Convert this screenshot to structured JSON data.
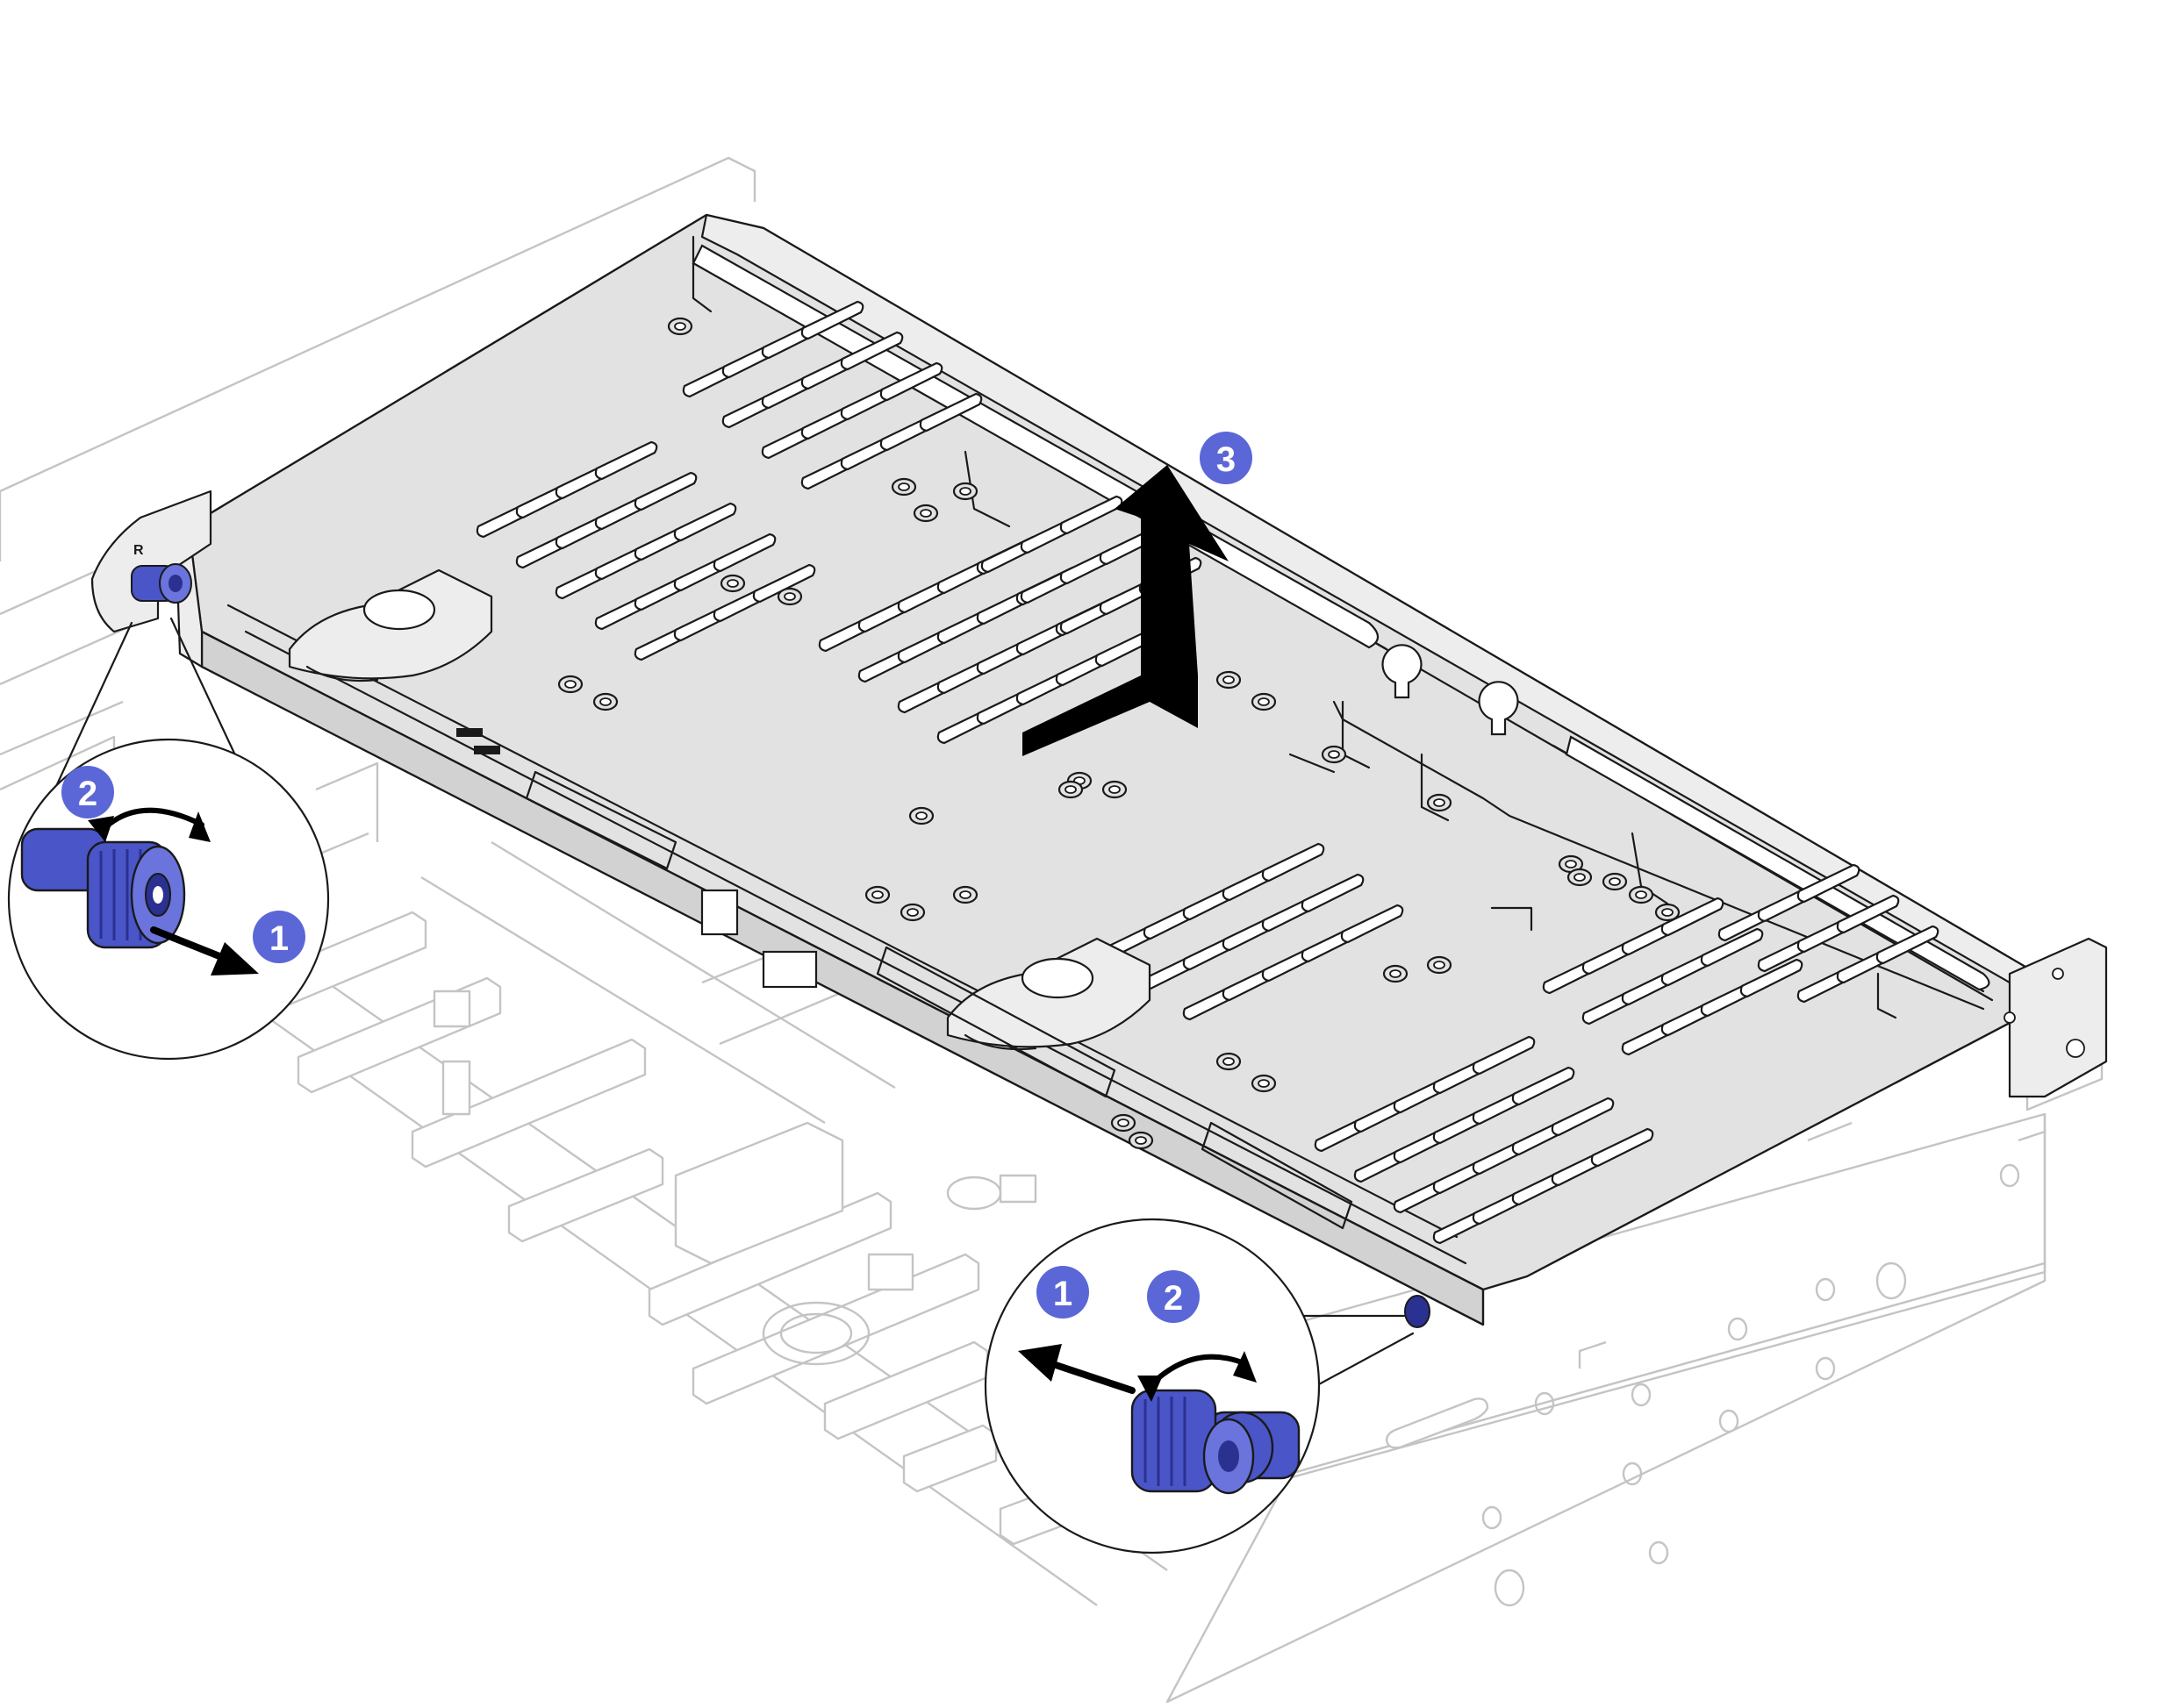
{
  "diagram": {
    "colors": {
      "tray_fill": "#e2e2e2",
      "tray_side": "#d2d2d2",
      "outline": "#1a1a1a",
      "ghost_outline": "#c4c4c4",
      "plunger_blue": "#4a55c8",
      "plunger_dark": "#2b3190",
      "callout_badge": "#5b67d6",
      "arrow_black": "#000000"
    },
    "callouts": [
      {
        "id": "main-step-3",
        "label": "3"
      },
      {
        "id": "left-step-2",
        "label": "2"
      },
      {
        "id": "left-step-1",
        "label": "1"
      },
      {
        "id": "right-step-1",
        "label": "1"
      },
      {
        "id": "right-step-2",
        "label": "2"
      }
    ],
    "marks": {
      "tray_letter": "R"
    },
    "icons": [
      "lift-arrow-icon",
      "pull-arrow-icon",
      "rotate-arrow-icon",
      "plunger-icon"
    ]
  }
}
